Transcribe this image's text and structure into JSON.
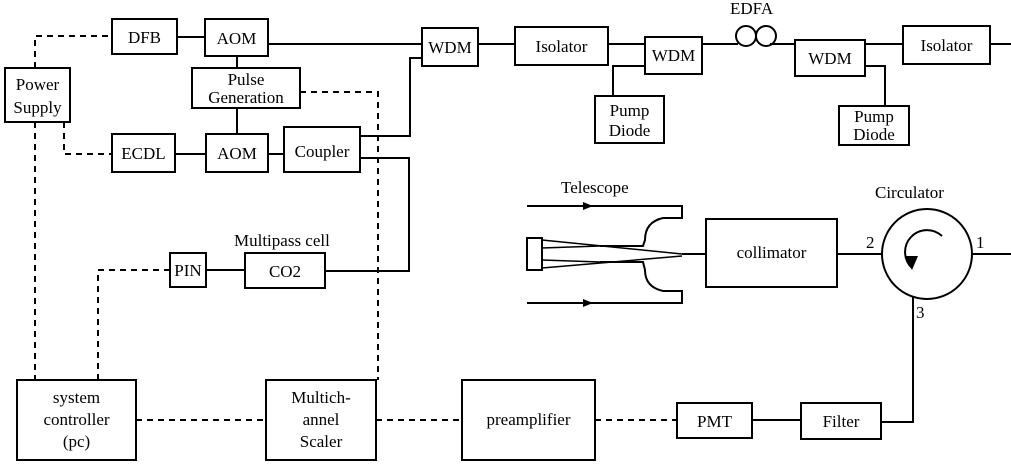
{
  "blocks": {
    "dfb": "DFB",
    "aom_top": "AOM",
    "power_supply": [
      "Power",
      "Supply"
    ],
    "pulse_generation": [
      "Pulse",
      "Generation"
    ],
    "ecdl": "ECDL",
    "aom_bottom": "AOM",
    "coupler": "Coupler",
    "wdm_1": "WDM",
    "isolator_1": "Isolator",
    "wdm_2": "WDM",
    "wdm_3": "WDM",
    "isolator_2": "Isolator",
    "pump_diode_1": [
      "Pump",
      "Diode"
    ],
    "pump_diode_2": [
      "Pump",
      "Diode"
    ],
    "pin": "PIN",
    "co2": "CO2",
    "collimator": "collimator",
    "system_controller": [
      "system",
      "controller",
      "(pc)"
    ],
    "multichannel_scaler": [
      "Multich-",
      "annel",
      "Scaler"
    ],
    "preamplifier": "preamplifier",
    "pmt": "PMT",
    "filter": "Filter"
  },
  "labels": {
    "edfa": "EDFA",
    "telescope": "Telescope",
    "circulator": "Circulator",
    "multipass_cell": "Multipass cell",
    "port_1": "1",
    "port_2": "2",
    "port_3": "3"
  }
}
